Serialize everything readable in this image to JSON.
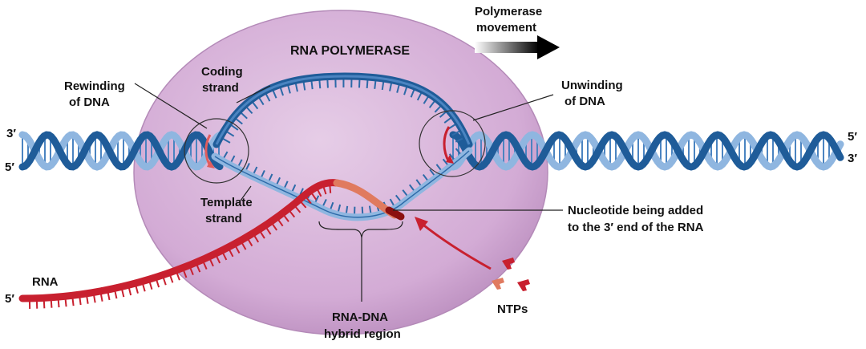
{
  "title": "RNA POLYMERASE",
  "labels": {
    "polymerase_movement": [
      "Polymerase",
      "movement"
    ],
    "coding_strand": [
      "Coding",
      "strand"
    ],
    "rewinding": [
      "Rewinding",
      "of DNA"
    ],
    "unwinding": [
      "Unwinding",
      "of DNA"
    ],
    "template_strand": [
      "Template",
      "strand"
    ],
    "nucleotide_added": [
      "Nucleotide being added",
      "to the 3′ end of the RNA"
    ],
    "rna": "RNA",
    "ntps": "NTPs",
    "hybrid_region": [
      "RNA-DNA",
      "hybrid region"
    ],
    "left_top_end": "3′",
    "left_bottom_end": "5′",
    "right_top_end": "5′",
    "right_bottom_end": "3′",
    "rna_end": "5′"
  },
  "colors": {
    "polymerase_fill": "#d7b3d9",
    "dna_dark": "#1f5c99",
    "dna_light": "#8fb6e0",
    "rna": "#c8202f",
    "rna_light": "#e07a5f",
    "arrow": "#c8202f"
  }
}
